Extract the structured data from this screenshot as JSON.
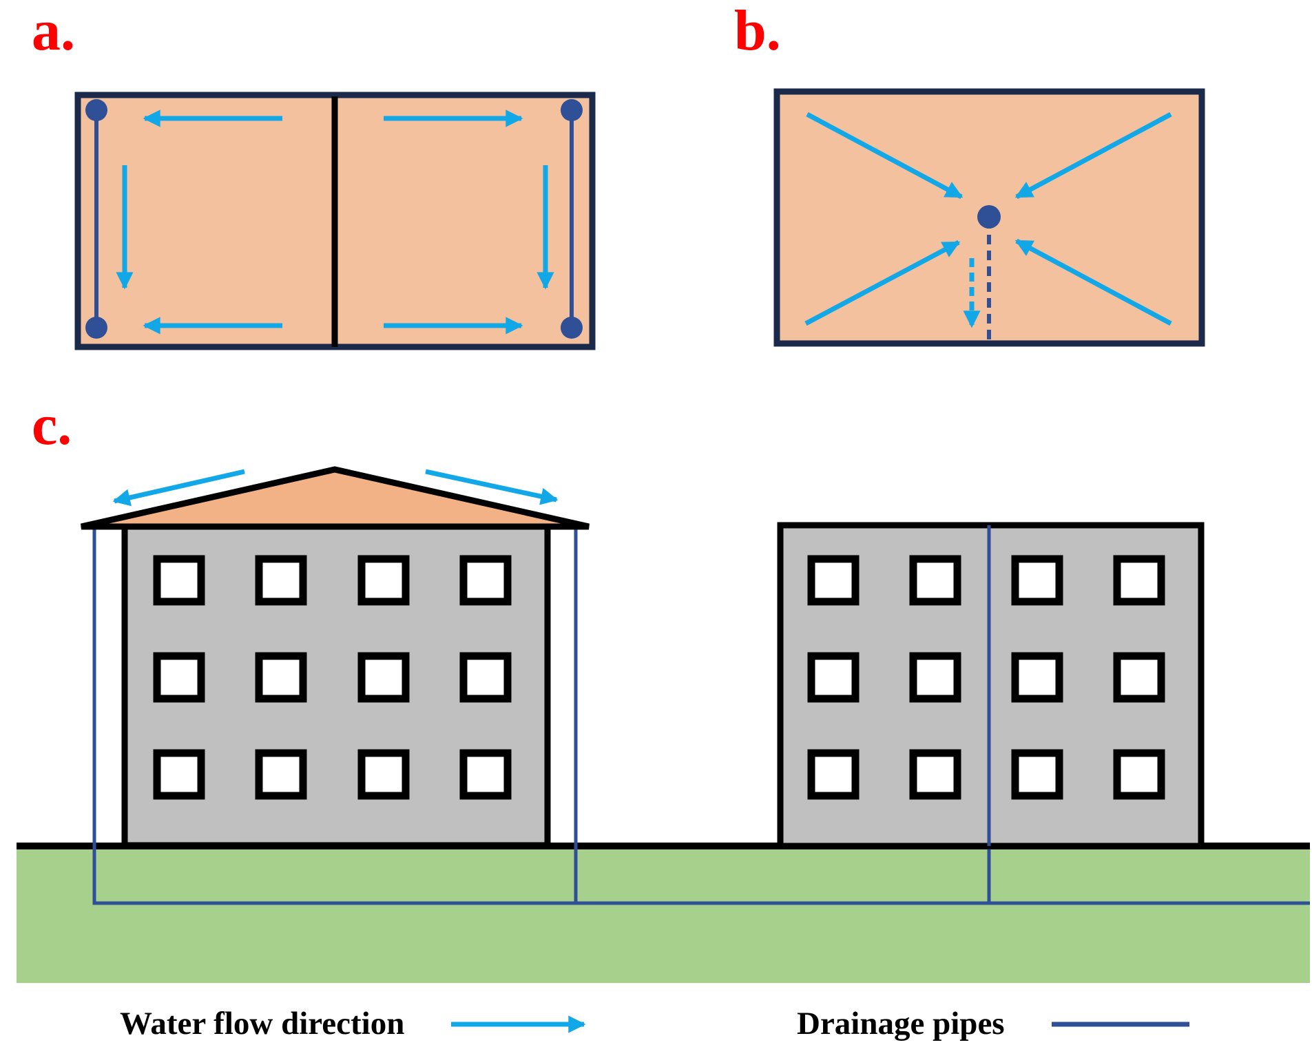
{
  "panels": {
    "a": {
      "label": "a."
    },
    "b": {
      "label": "b."
    },
    "c": {
      "label": "c."
    }
  },
  "legend": {
    "flow_label": "Water flow direction",
    "pipe_label": "Drainage pipes"
  },
  "colors": {
    "label_red": "#ff0000",
    "roof_fill": "#f4c19e",
    "pitched_roof_fill": "#f3b186",
    "frame_navy": "#1b2a4a",
    "pipe_blue": "#2f4f96",
    "flow_arrow": "#12a8e8",
    "wall_gray": "#c0c0c0",
    "ground_green": "#a8d08d",
    "outline": "#000000"
  },
  "icons": {
    "flow_arrow": "arrow-right-icon",
    "drain_outlet": "circle-dot-icon",
    "pipe": "line-icon"
  }
}
